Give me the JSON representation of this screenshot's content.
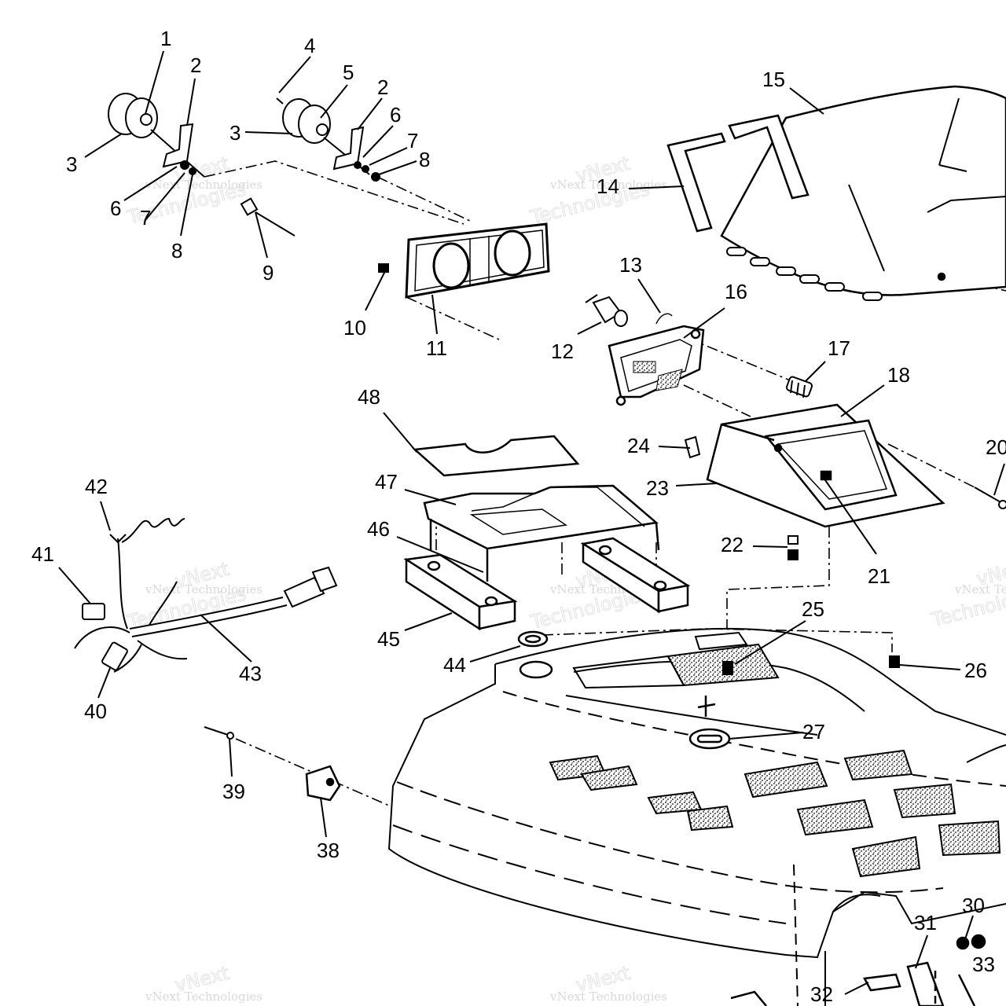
{
  "diagram": {
    "callouts": [
      "1",
      "2",
      "3",
      "4",
      "5",
      "2",
      "6",
      "7",
      "8",
      "3",
      "6",
      "7",
      "8",
      "9",
      "10",
      "11",
      "12",
      "13",
      "14",
      "15",
      "16",
      "17",
      "18",
      "20",
      "24",
      "23",
      "22",
      "21",
      "48",
      "47",
      "46",
      "45",
      "44",
      "25",
      "26",
      "27",
      "42",
      "41",
      "43",
      "40",
      "39",
      "38",
      "30",
      "31",
      "32",
      "33"
    ],
    "watermark": {
      "small": "vNext Technologies",
      "outline_vnext": "vNext",
      "outline_tech": "Technologies"
    }
  }
}
